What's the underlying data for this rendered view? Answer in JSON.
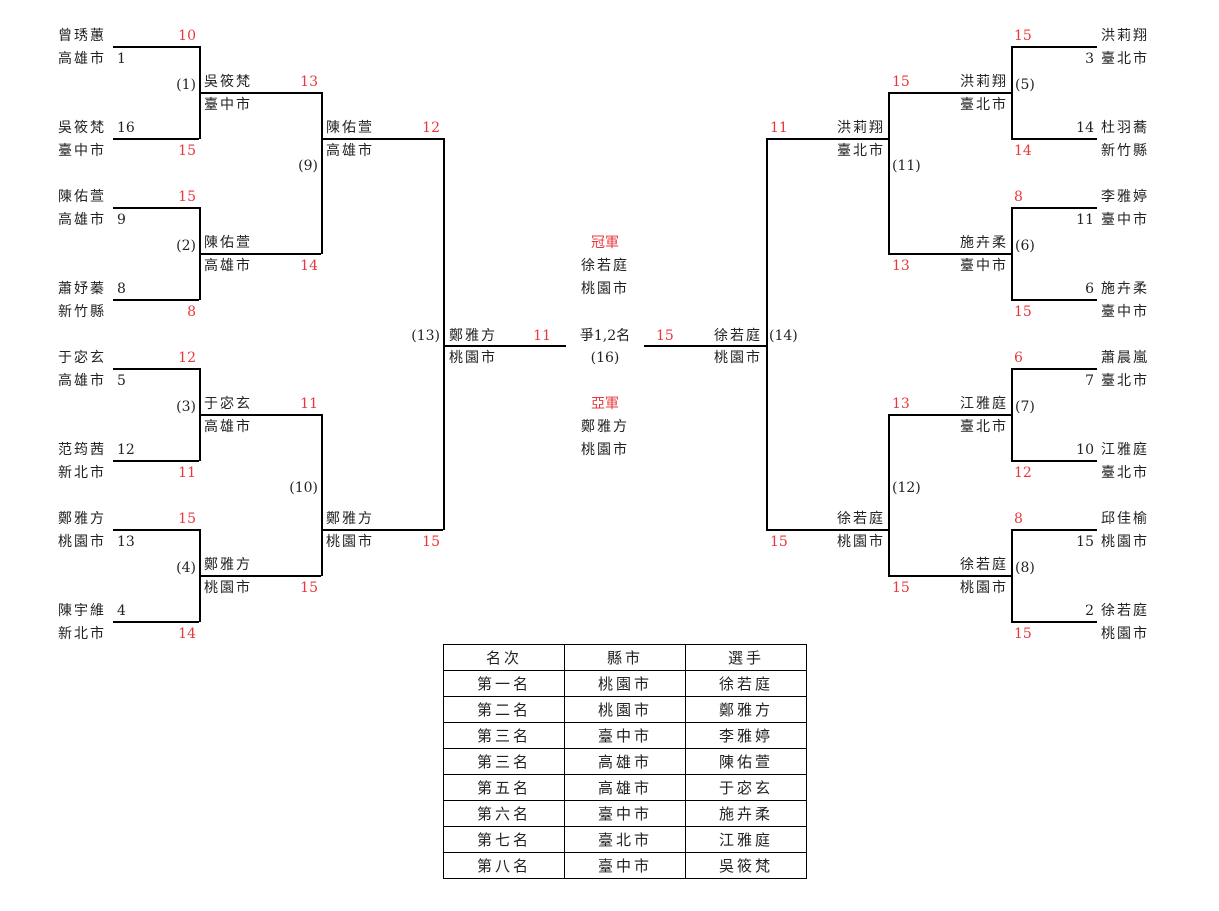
{
  "left": {
    "r1": [
      {
        "match": "(1)",
        "a": {
          "name": "曾琇蕙",
          "city": "高雄市",
          "seed": "1",
          "score": "10"
        },
        "b": {
          "name": "吳筱梵",
          "city": "臺中市",
          "seed": "16",
          "score": "15"
        }
      },
      {
        "match": "(2)",
        "a": {
          "name": "陳佑萱",
          "city": "高雄市",
          "seed": "9",
          "score": "15"
        },
        "b": {
          "name": "蕭妤蓁",
          "city": "新竹縣",
          "seed": "8",
          "score": "8"
        }
      },
      {
        "match": "(3)",
        "a": {
          "name": "于宓玄",
          "city": "高雄市",
          "seed": "5",
          "score": "12"
        },
        "b": {
          "name": "范筠茜",
          "city": "新北市",
          "seed": "12",
          "score": "11"
        }
      },
      {
        "match": "(4)",
        "a": {
          "name": "鄭雅方",
          "city": "桃園市",
          "seed": "13",
          "score": "15"
        },
        "b": {
          "name": "陳宇維",
          "city": "新北市",
          "seed": "4",
          "score": "14"
        }
      }
    ],
    "r2": [
      {
        "match": "(9)",
        "a": {
          "name": "吳筱梵",
          "city": "臺中市",
          "score": "13"
        },
        "b": {
          "name": "陳佑萱",
          "city": "高雄市",
          "score": "14"
        }
      },
      {
        "match": "(10)",
        "a": {
          "name": "于宓玄",
          "city": "高雄市",
          "score": "11"
        },
        "b": {
          "name": "鄭雅方",
          "city": "桃園市",
          "score": "15"
        }
      }
    ],
    "r3": {
      "match": "(13)",
      "a": {
        "name": "陳佑萱",
        "city": "高雄市",
        "score": "12"
      },
      "b": {
        "name": "鄭雅方",
        "city": "桃園市",
        "score": "15"
      }
    },
    "finalist": {
      "name": "鄭雅方",
      "city": "桃園市",
      "score": "11"
    }
  },
  "right": {
    "r1": [
      {
        "match": "(5)",
        "a": {
          "name": "洪莉翔",
          "city": "臺北市",
          "seed": "3",
          "score": "15"
        },
        "b": {
          "name": "杜羽蕎",
          "city": "新竹縣",
          "seed": "14",
          "score": "14"
        }
      },
      {
        "match": "(6)",
        "a": {
          "name": "李雅婷",
          "city": "臺中市",
          "seed": "11",
          "score": "8"
        },
        "b": {
          "name": "施卉柔",
          "city": "臺中市",
          "seed": "6",
          "score": "15"
        }
      },
      {
        "match": "(7)",
        "a": {
          "name": "蕭晨嵐",
          "city": "臺北市",
          "seed": "7",
          "score": "6"
        },
        "b": {
          "name": "江雅庭",
          "city": "臺北市",
          "seed": "10",
          "score": "12"
        }
      },
      {
        "match": "(8)",
        "a": {
          "name": "邱佳榆",
          "city": "桃園市",
          "seed": "15",
          "score": "8"
        },
        "b": {
          "name": "徐若庭",
          "city": "桃園市",
          "seed": "2",
          "score": "15"
        }
      }
    ],
    "r2": [
      {
        "match": "(11)",
        "a": {
          "name": "洪莉翔",
          "city": "臺北市",
          "score": "15"
        },
        "b": {
          "name": "施卉柔",
          "city": "臺中市",
          "score": "13"
        }
      },
      {
        "match": "(12)",
        "a": {
          "name": "江雅庭",
          "city": "臺北市",
          "score": "13"
        },
        "b": {
          "name": "徐若庭",
          "city": "桃園市",
          "score": "15"
        }
      }
    ],
    "r3": {
      "match": "(14)",
      "a": {
        "name": "洪莉翔",
        "city": "臺北市",
        "score": "11"
      },
      "b": {
        "name": "徐若庭",
        "city": "桃園市",
        "score": "15"
      }
    },
    "finalist": {
      "name": "徐若庭",
      "city": "桃園市",
      "score": "15"
    }
  },
  "final": {
    "label": "爭1,2名",
    "match": "(16)",
    "champion_title": "冠軍",
    "champion_name": "徐若庭",
    "champion_city": "桃園市",
    "runnerup_title": "亞軍",
    "runnerup_name": "鄭雅方",
    "runnerup_city": "桃園市"
  },
  "ranking": {
    "headers": [
      "名次",
      "縣市",
      "選手"
    ],
    "rows": [
      [
        "第一名",
        "桃園市",
        "徐若庭"
      ],
      [
        "第二名",
        "桃園市",
        "鄭雅方"
      ],
      [
        "第三名",
        "臺中市",
        "李雅婷"
      ],
      [
        "第三名",
        "高雄市",
        "陳佑萱"
      ],
      [
        "第五名",
        "高雄市",
        "于宓玄"
      ],
      [
        "第六名",
        "臺中市",
        "施卉柔"
      ],
      [
        "第七名",
        "臺北市",
        "江雅庭"
      ],
      [
        "第八名",
        "臺中市",
        "吳筱梵"
      ]
    ]
  },
  "colors": {
    "score": "#e8383d",
    "line": "#000000"
  }
}
